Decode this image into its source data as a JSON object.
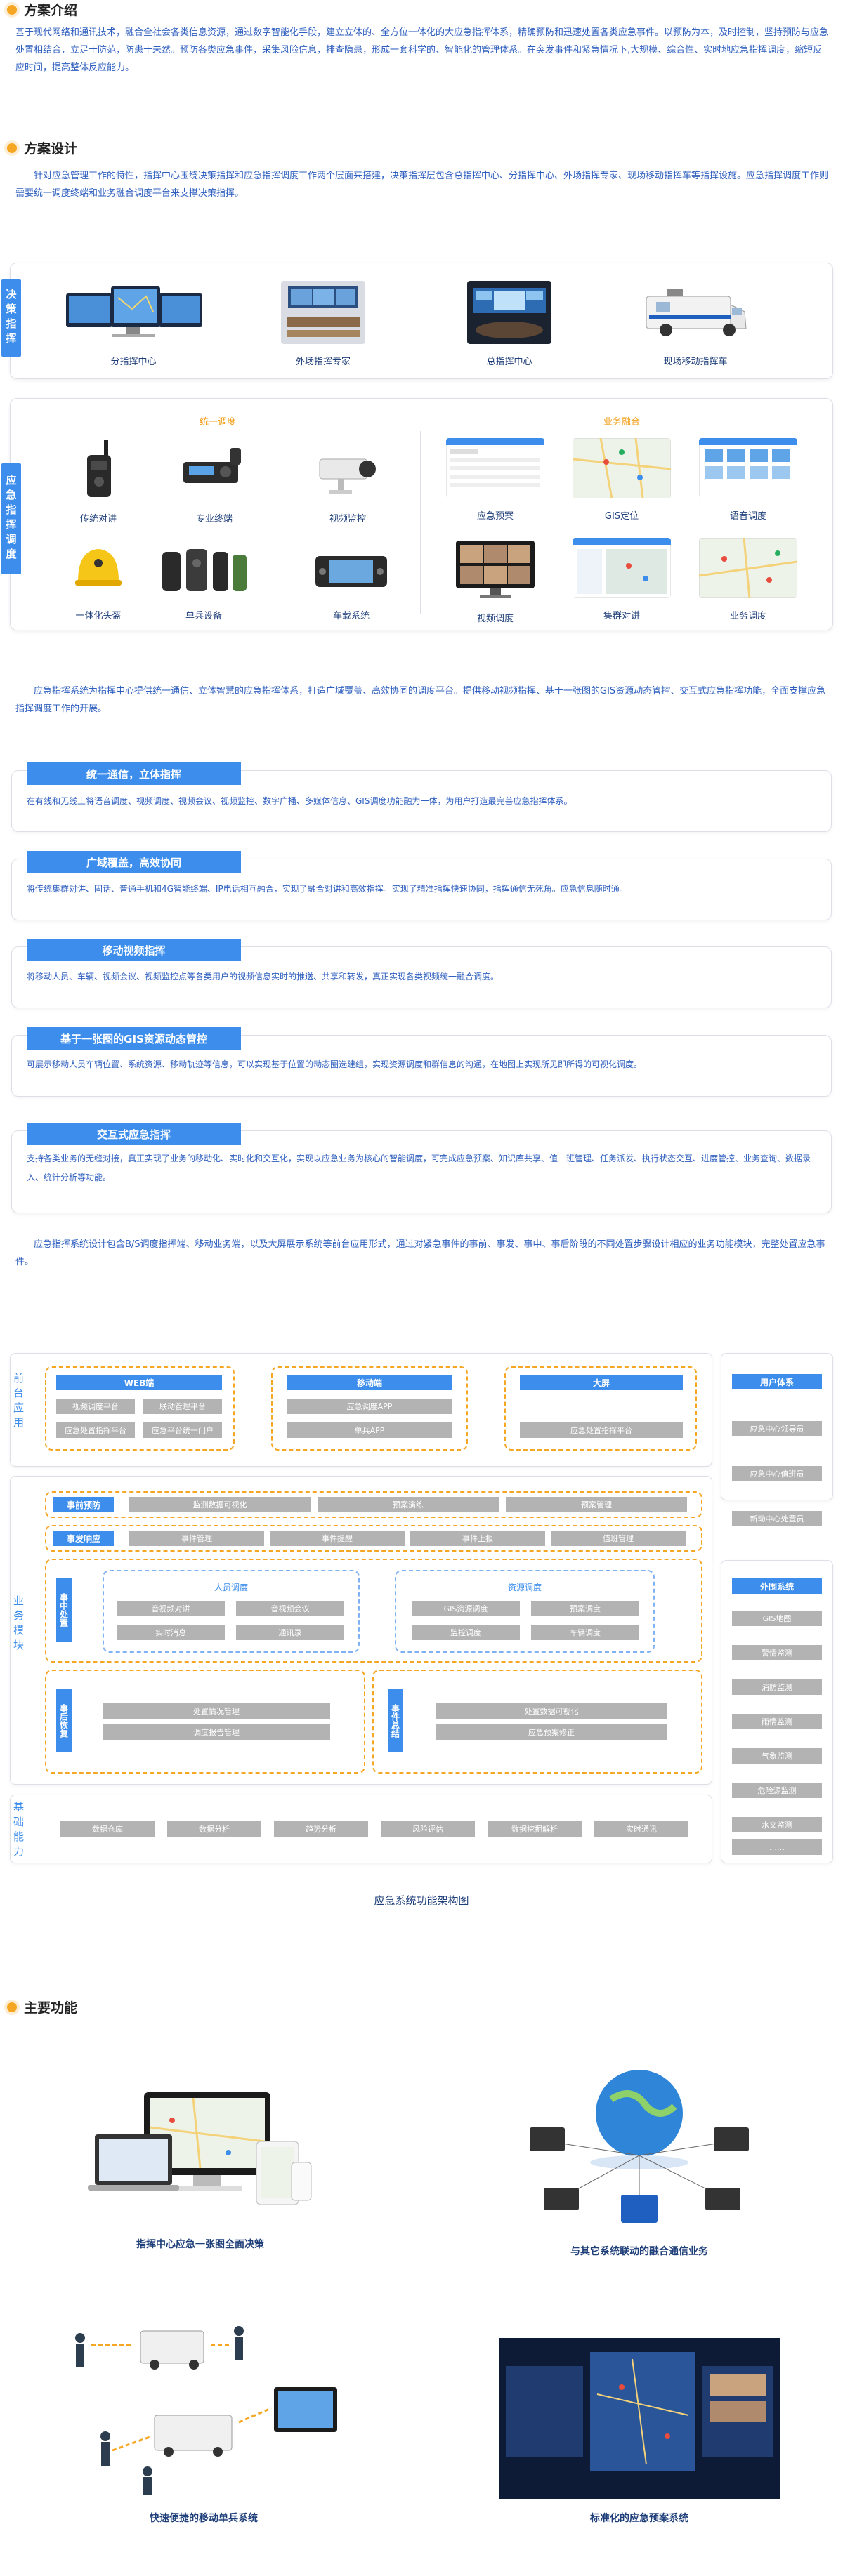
{
  "intro": {
    "title": "方案介绍",
    "text": "基于现代网络和通讯技术，融合全社会各类信息资源，通过数字智能化手段，建立立体的、全方位一体化的大应急指挥体系，精确预防和迅速处置各类应急事件。以预防为本，及时控制，坚持预防与应急处置相结合，立足于防范，防患于未然。预防各类应急事件，采集风险信息，排查隐患，形成一套科学的、智能化的管理体系。在突发事件和紧急情况下,大规模、综合性、实时地应急指挥调度，缩短反应时间，提高整体反应能力。"
  },
  "design": {
    "title": "方案设计",
    "text": "针对应急管理工作的特性，指挥中心围绕决策指挥和应急指挥调度工作两个层面来搭建，决策指挥层包含总指挥中心、分指挥中心、外场指挥专家、现场移动指挥车等指挥设施。应急指挥调度工作则需要统一调度终端和业务融合调度平台来支撑决策指挥。"
  },
  "decision": {
    "tab": "决策指挥",
    "items": [
      {
        "name": "分指挥中心"
      },
      {
        "name": "外场指挥专家"
      },
      {
        "name": "总指挥中心"
      },
      {
        "name": "现场移动指挥车"
      }
    ]
  },
  "dispatch": {
    "tab": "应急指挥调度",
    "unified_title": "统一调度",
    "business_title": "业务融合",
    "unified_items": [
      "传统对讲",
      "专业终端",
      "视频监控",
      "一体化头盔",
      "单兵设备",
      "车载系统"
    ],
    "business_items": [
      "应急预案",
      "GIS定位",
      "语音调度",
      "视频调度",
      "集群对讲",
      "业务调度"
    ]
  },
  "platform_text": "应急指挥系统为指挥中心提供统一通信、立体智慧的应急指挥体系，打造广域覆盖、高效协同的调度平台。提供移动视频指挥、基于一张图的GIS资源动态管控、交互式应急指挥功能，全面支撑应急指挥调度工作的开展。",
  "features": [
    {
      "head": "统一通信，立体指挥",
      "text": "在有线和无线上将语音调度、视频调度、视频会议、视频监控、数字广播、多媒体信息、GIS调度功能融为一体，为用户打造最完善应急指挥体系。"
    },
    {
      "head": "广域覆盖，高效协同",
      "text": "将传统集群对讲、固话、普通手机和4G智能终端、IP电话相互融合，实现了融合对讲和高效指挥。实现了精准指挥快速协同，指挥通信无死角。应急信息随时通。"
    },
    {
      "head": "移动视频指挥",
      "text": "将移动人员、车辆、视频会议、视频监控点等各类用户的视频信息实时的推送、共享和转发，真正实现各类视频统一融合调度。"
    },
    {
      "head": "基于一张图的GIS资源动态管控",
      "text": "可展示移动人员车辆位置、系统资源、移动轨迹等信息，可以实现基于位置的动态圈选建组，实现资源调度和群信息的沟通，在地图上实现所见即所得的可视化调度。"
    },
    {
      "head": "交互式应急指挥",
      "text": "支持各类业务的无缝对接，真正实现了业务的移动化、实时化和交互化，实现以应急业务为核心的智能调度，可完成应急预案、知识库共享、值　班管理、任务派发、执行状态交互、进度管控、业务查询、数据录入、统计分析等功能。"
    }
  ],
  "arch_intro": "应急指挥系统设计包含B/S调度指挥端、移动业务端，以及大屏展示系统等前台应用形式，通过对紧急事件的事前、事发、事中、事后阶段的不同处置步骤设计相应的业务功能模块，完整处置应急事件。",
  "arch": {
    "front_label": "前台应用",
    "business_label": "业务模块",
    "base_label": "基础能力",
    "web": {
      "head": "WEB端",
      "items": [
        "视频调度平台",
        "联动管理平台",
        "应急处置指挥平台",
        "应急平台统一门户"
      ]
    },
    "mobile": {
      "head": "移动端",
      "items": [
        "应急调度APP",
        "单兵APP"
      ]
    },
    "screen": {
      "head": "大屏",
      "items": [
        "应急处置指挥平台"
      ]
    },
    "pre_warning": {
      "head": "事前预防",
      "items": [
        "监测数据可视化",
        "预案演练",
        "预案管理"
      ]
    },
    "incident": {
      "head": "事发响应",
      "items": [
        "事件管理",
        "事件提醒",
        "事件上报",
        "值班管理"
      ]
    },
    "during": {
      "head": "事中处置",
      "personnel_title": "人员调度",
      "personnel_items": [
        "音视频对讲",
        "音视频会议",
        "实时消息",
        "通讯录"
      ],
      "resource_title": "资源调度",
      "resource_items": [
        "GIS资源调度",
        "预案调度",
        "监控调度",
        "车辆调度"
      ]
    },
    "after": {
      "head": "事后恢复",
      "items": [
        "处置情况管理",
        "调度报告管理"
      ]
    },
    "summary": {
      "head": "事件总结",
      "items": [
        "处置数据可视化",
        "应急预案修正"
      ]
    },
    "base_items": [
      "数据仓库",
      "数据分析",
      "趋势分析",
      "风险评估",
      "数据挖掘解析",
      "实时通讯"
    ],
    "users": {
      "head": "用户体系",
      "items": [
        "应急中心领导员",
        "应急中心值班员",
        "新动中心处置员"
      ]
    },
    "external": {
      "head": "外围系统",
      "items": [
        "GIS地图",
        "警情监测",
        "消防监测",
        "雨情监测",
        "气象监测",
        "危险源监测",
        "水文监测",
        "……"
      ]
    },
    "caption": "应急系统功能架构图"
  },
  "functions": {
    "title": "主要功能",
    "items": [
      {
        "caption": "指挥中心应急一张图全面决策"
      },
      {
        "caption": "与其它系统联动的融合通信业务"
      },
      {
        "caption": "快速便捷的移动单兵系统"
      },
      {
        "caption": "标准化的应急预案系统"
      }
    ]
  },
  "colors": {
    "accent": "#3d8eec",
    "orange": "#f5a623",
    "text_blue": "#2e5fbf",
    "gray_box": "#b3b3b3"
  }
}
